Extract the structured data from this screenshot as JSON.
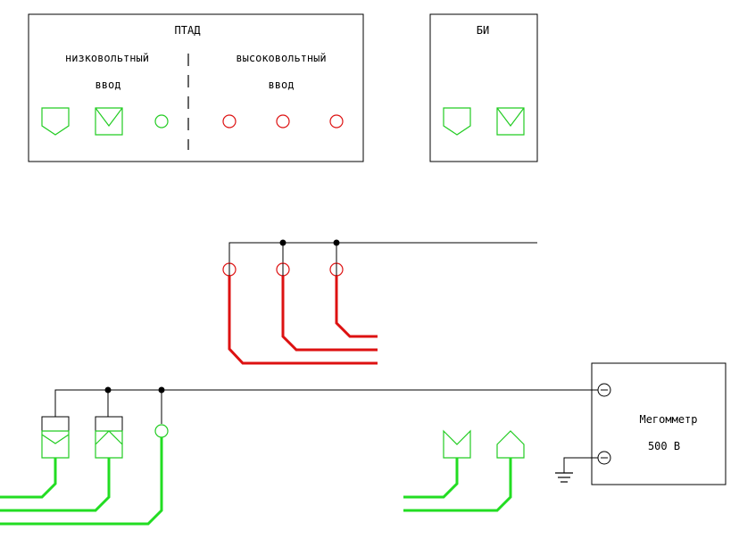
{
  "ptad": {
    "title": "ПТАД",
    "low_voltage_line1": "низковольтный",
    "low_voltage_line2": "ввод",
    "high_voltage_line1": "высоковольтный",
    "high_voltage_line2": "ввод"
  },
  "bi": {
    "title": "БИ"
  },
  "megger": {
    "line1": "Мегомметр",
    "line2": "500 В"
  },
  "colors": {
    "low_voltage": "#22cc22",
    "high_voltage": "#dd1111",
    "outline": "#000000"
  }
}
